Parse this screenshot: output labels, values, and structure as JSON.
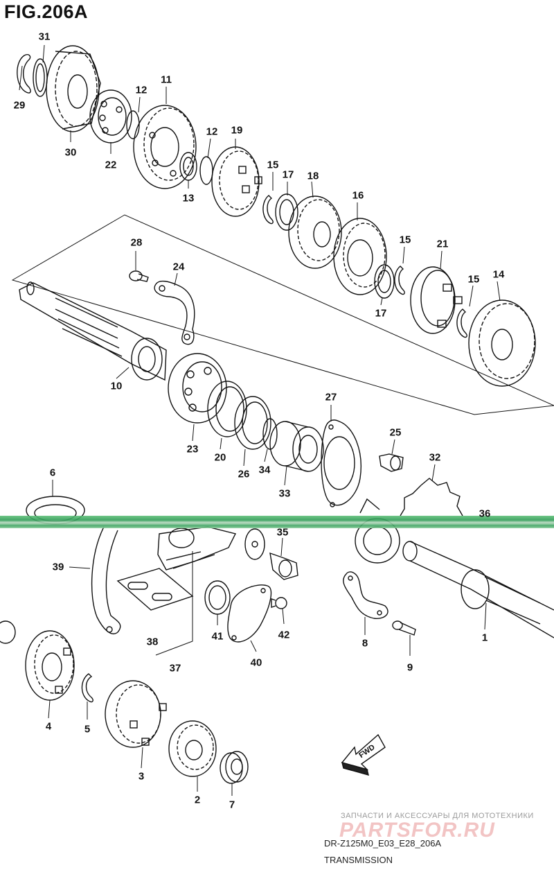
{
  "figure": {
    "title": "FIG.206A"
  },
  "footer": {
    "code": "DR-Z125M0_E03_E28_206A",
    "caption": "TRANSMISSION"
  },
  "watermark": {
    "tagline": "ЗАПЧАСТИ И АКСЕССУАРЫ ДЛЯ МОТОТЕХНИКИ",
    "brand": "PARTSFOR.RU"
  },
  "direction": {
    "label": "FWD"
  },
  "callouts": {
    "c31": "31",
    "c29": "29",
    "c30": "30",
    "c22": "22",
    "c12a": "12",
    "c11": "11",
    "c12b": "12",
    "c19": "19",
    "c13": "13",
    "c15a": "15",
    "c17a": "17",
    "c18": "18",
    "c16": "16",
    "c28": "28",
    "c24": "24",
    "c15b": "15",
    "c21": "21",
    "c17b": "17",
    "c15c": "15",
    "c14": "14",
    "c10": "10",
    "c23": "23",
    "c20": "20",
    "c26": "26",
    "c34": "34",
    "c27": "27",
    "c25": "25",
    "c33": "33",
    "c32": "32",
    "c6": "6",
    "c36": "36",
    "c35": "35",
    "c39": "39",
    "c38": "38",
    "c37": "37",
    "c41": "41",
    "c42": "42",
    "c40": "40",
    "c8": "8",
    "c9": "9",
    "c1": "1",
    "c4": "4",
    "c5": "5",
    "c3": "3",
    "c2": "2",
    "c7": "7"
  }
}
